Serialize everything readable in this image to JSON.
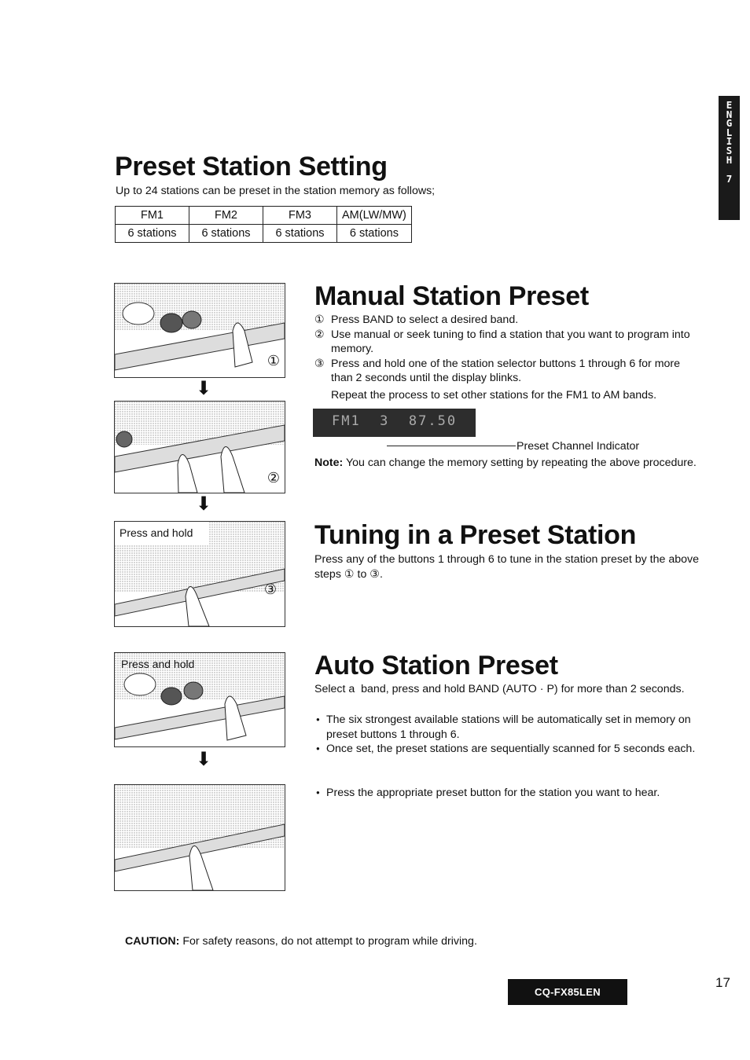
{
  "language_tab": {
    "letters": [
      "E",
      "N",
      "G",
      "L",
      "I",
      "S",
      "H"
    ],
    "page_num": "7"
  },
  "preset_setting": {
    "title": "Preset Station Setting",
    "intro": "Up to 24 stations can be preset in the station memory as follows;",
    "table": {
      "headers": [
        "FM1",
        "FM2",
        "FM3",
        "AM(LW/MW)"
      ],
      "cells": [
        "6 stations",
        "6 stations",
        "6 stations",
        "6 stations"
      ]
    }
  },
  "manual_preset": {
    "title": "Manual Station Preset",
    "steps": [
      {
        "num": "①",
        "text": "Press BAND to select a desired band."
      },
      {
        "num": "②",
        "text": "Use manual or seek tuning to find a station that you want to program into memory."
      },
      {
        "num": "③",
        "text": "Press and hold one of the station selector buttons 1 through 6 for more than 2 seconds until the display blinks."
      }
    ],
    "repeat": "Repeat the process to set other stations for the FM1 to AM bands.",
    "display_text": "FM1  3  87.50",
    "indicator_label": "Preset Channel Indicator",
    "note_label": "Note:",
    "note_text": "You can change the memory setting by repeating the above procedure."
  },
  "tuning_preset": {
    "title": "Tuning in a Preset Station",
    "text": "Press any of the buttons 1 through 6 to tune in the station preset by the above steps ① to ③."
  },
  "auto_preset": {
    "title": "Auto Station Preset",
    "intro": "Select a  band, press and hold BAND (AUTO · P) for more than 2 seconds.",
    "bullets": [
      "The six strongest available stations will be automatically set in memory on preset buttons 1 through 6.",
      "Once set, the preset stations are sequentially scanned for 5 seconds each."
    ],
    "last_bullet": "Press the appropriate preset button for the station you want to hear."
  },
  "illustrations": {
    "step1_marker": "①",
    "step2_marker": "②",
    "step3_marker": "③",
    "press_hold_label": "Press and hold",
    "press_hold_label_2": "Press and hold"
  },
  "caution": {
    "label": "CAUTION:",
    "text": "For safety reasons, do not attempt to program while driving."
  },
  "footer": {
    "model": "CQ-FX85LEN",
    "page_number": "17"
  },
  "colors": {
    "ink": "#111111",
    "tab_bg": "#1a1a1a",
    "lcd_bg": "#2d2d2d"
  }
}
